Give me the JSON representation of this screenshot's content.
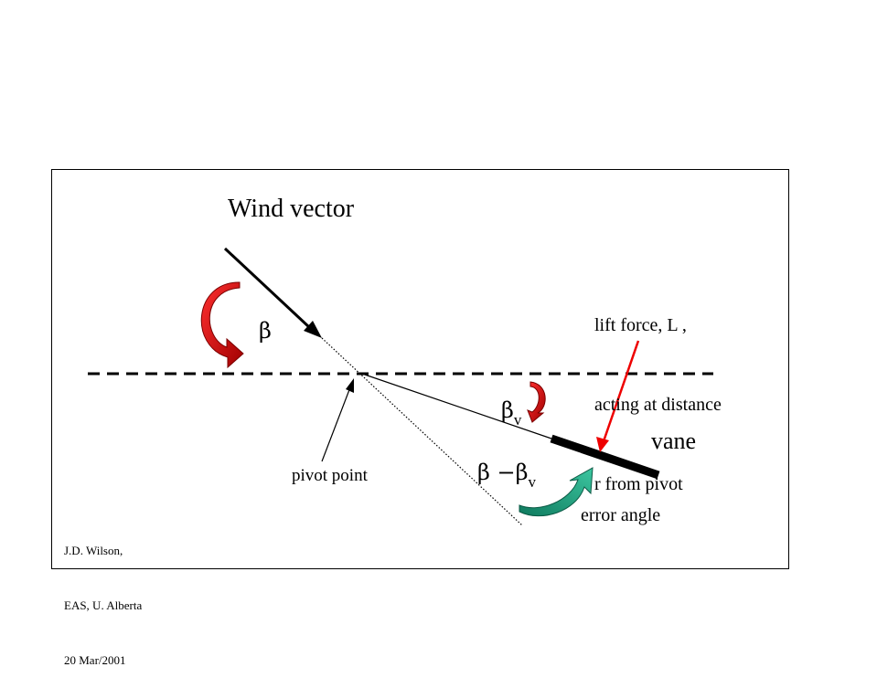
{
  "title": "Wind vector",
  "beta_label": "β",
  "beta_v_main": "β",
  "beta_v_sub": "v",
  "error_expr_main": "β −β",
  "error_expr_sub": "v",
  "lift_label": {
    "line1": "lift force, L ,",
    "line2": "acting at distance",
    "line3": "r from pivot"
  },
  "vane_label": "vane",
  "pivot_label": "pivot point",
  "error_angle_label": "error angle",
  "credit": {
    "line1": "J.D. Wilson,",
    "line2": "EAS, U. Alberta",
    "line3": "20 Mar/2001"
  },
  "colors": {
    "rotation_arrow": "#cc0000",
    "error_arrow": "#1a9b7a",
    "lift_arrow": "#ee0000",
    "line": "#000000"
  }
}
